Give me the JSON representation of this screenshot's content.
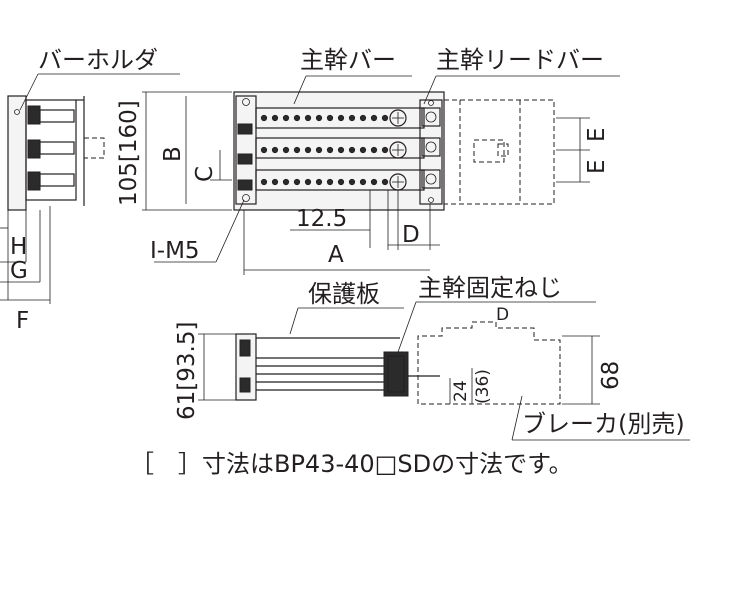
{
  "labels": {
    "bar_holder": "バーホルダ",
    "main_bar": "主幹バー",
    "main_lead_bar": "主幹リードバー",
    "protective_plate": "保護板",
    "main_fixing_screw": "主幹固定ねじ",
    "breaker": "ブレーカ(別売)"
  },
  "dimensions": {
    "h_105_160": "105[160]",
    "b": "B",
    "c": "C",
    "e1": "E",
    "e2": "E",
    "d12_5": "12.5",
    "d": "D",
    "a": "A",
    "i_m5": "I-M5",
    "h": "H",
    "g": "G",
    "f": "F",
    "h_61_93_5": "61[93.5]",
    "h_68": "68",
    "h_24": "24",
    "h_36": "(36)",
    "d_top": "D"
  },
  "note": "［　］寸法はBP43-40□SDの寸法です。"
}
